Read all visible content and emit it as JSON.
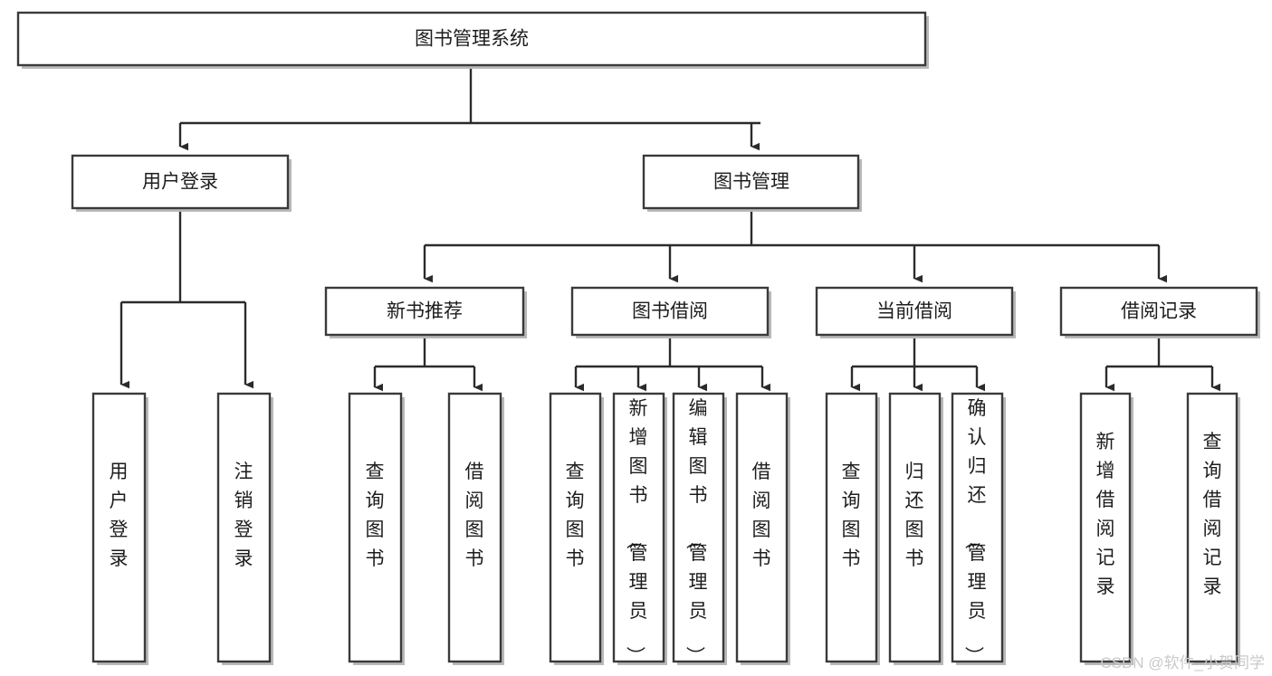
{
  "diagram": {
    "title": "图书管理系统",
    "type": "hierarchy-tree",
    "arrow_style": "solid-filled-triangle",
    "colors": {
      "box_fill": "#ffffff",
      "box_stroke": "#3a3a3a",
      "connector": "#2b2b2b",
      "text": "#1d1d1d",
      "watermark": "#c9c9c9",
      "background": "#ffffff"
    },
    "root": {
      "label": "图书管理系统",
      "level": 1
    },
    "level2": [
      {
        "label": "用户登录"
      },
      {
        "label": "图书管理"
      }
    ],
    "level3": [
      {
        "label": "新书推荐"
      },
      {
        "label": "图书借阅"
      },
      {
        "label": "当前借阅"
      },
      {
        "label": "借阅记录"
      }
    ],
    "leaves": {
      "user_login": [
        {
          "label": "用户登录"
        },
        {
          "label": "注销登录"
        }
      ],
      "new_book_recommend": [
        {
          "label": "查询图书"
        },
        {
          "label": "借阅图书"
        }
      ],
      "book_borrow": [
        {
          "label": "查询图书"
        },
        {
          "label": "新增图书（管理员）"
        },
        {
          "label": "编辑图书（管理员）"
        },
        {
          "label": "借阅图书"
        }
      ],
      "current_borrow": [
        {
          "label": "查询图书"
        },
        {
          "label": "归还图书"
        },
        {
          "label": "确认归还（管理员）"
        }
      ],
      "borrow_record": [
        {
          "label": "新增借阅记录"
        },
        {
          "label": "查询借阅记录"
        }
      ]
    }
  },
  "watermark": {
    "text": "CSDN @软件_小贺同学"
  }
}
